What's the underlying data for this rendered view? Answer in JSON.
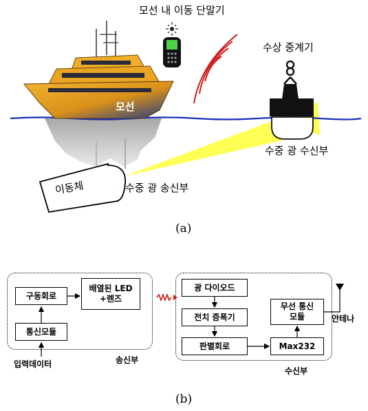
{
  "part_a": {
    "terminal_label": "모선 내 이동 단말기",
    "ship_label": "모선",
    "relay_label": "수상 중계기",
    "receiver_label": "수중 광 수신부",
    "vehicle_label": "이동체",
    "transmitter_label": "수중 광 송신부",
    "caption": "(a)"
  },
  "part_b": {
    "drive_circuit": "구동회로",
    "led_array": [
      "배열된 LED",
      "+렌즈"
    ],
    "comm_module": "통신모듈",
    "input_data": "입력데이터",
    "tx_group_label": "송신부",
    "photodiode": "광 다이오드",
    "preamp": "전치 증폭기",
    "discriminator": "판별회로",
    "wireless_module": [
      "무선 통신",
      "모듈"
    ],
    "max232": "Max232",
    "antenna": "안테나",
    "rx_group_label": "수신부",
    "caption": "(b)"
  },
  "colors": {
    "water": "#1a2dbf",
    "light_beam": "#ffff55",
    "signal_waves": "#d01818",
    "hull": "#e39b1a"
  }
}
